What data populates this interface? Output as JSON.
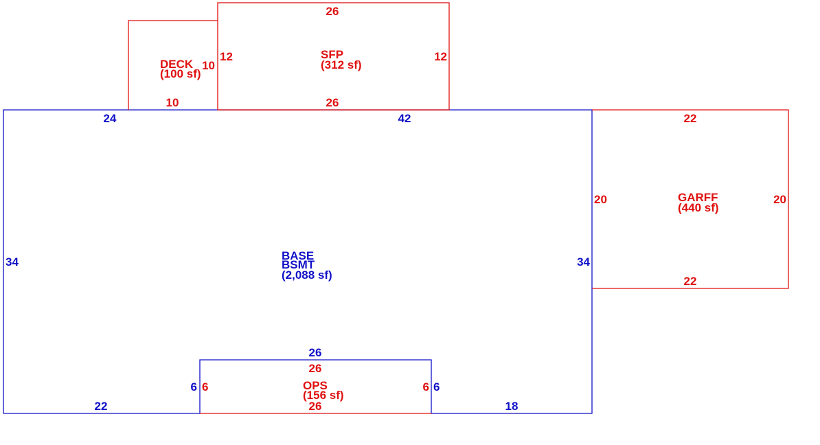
{
  "colors": {
    "base": "#1010c8",
    "addon": "#e01010",
    "background": "#ffffff"
  },
  "areas": {
    "base": {
      "code": "BASE",
      "sub": "BSMT",
      "area": "(2,088 sf)"
    },
    "sfp": {
      "code": "SFP",
      "area": "(312 sf)"
    },
    "deck": {
      "code": "DECK",
      "area": "(100 sf)"
    },
    "garff": {
      "code": "GARFF",
      "area": "(440 sf)"
    },
    "ops": {
      "code": "OPS",
      "area": "(156 sf)"
    }
  },
  "dims": {
    "base": {
      "top_left": "24",
      "top_right": "42",
      "left": "34",
      "right": "34",
      "bottom_left": "22",
      "bottom_right": "18",
      "notch_top": "26",
      "notch_left": "6",
      "notch_right": "6"
    },
    "sfp": {
      "top": "26",
      "bottom": "26",
      "left": "12",
      "right": "12"
    },
    "deck": {
      "right": "10",
      "bottom": "10"
    },
    "garff": {
      "top": "22",
      "bottom": "22",
      "left": "20",
      "right": "20"
    },
    "ops": {
      "top": "26",
      "bottom": "26",
      "left": "6",
      "right": "6"
    }
  }
}
